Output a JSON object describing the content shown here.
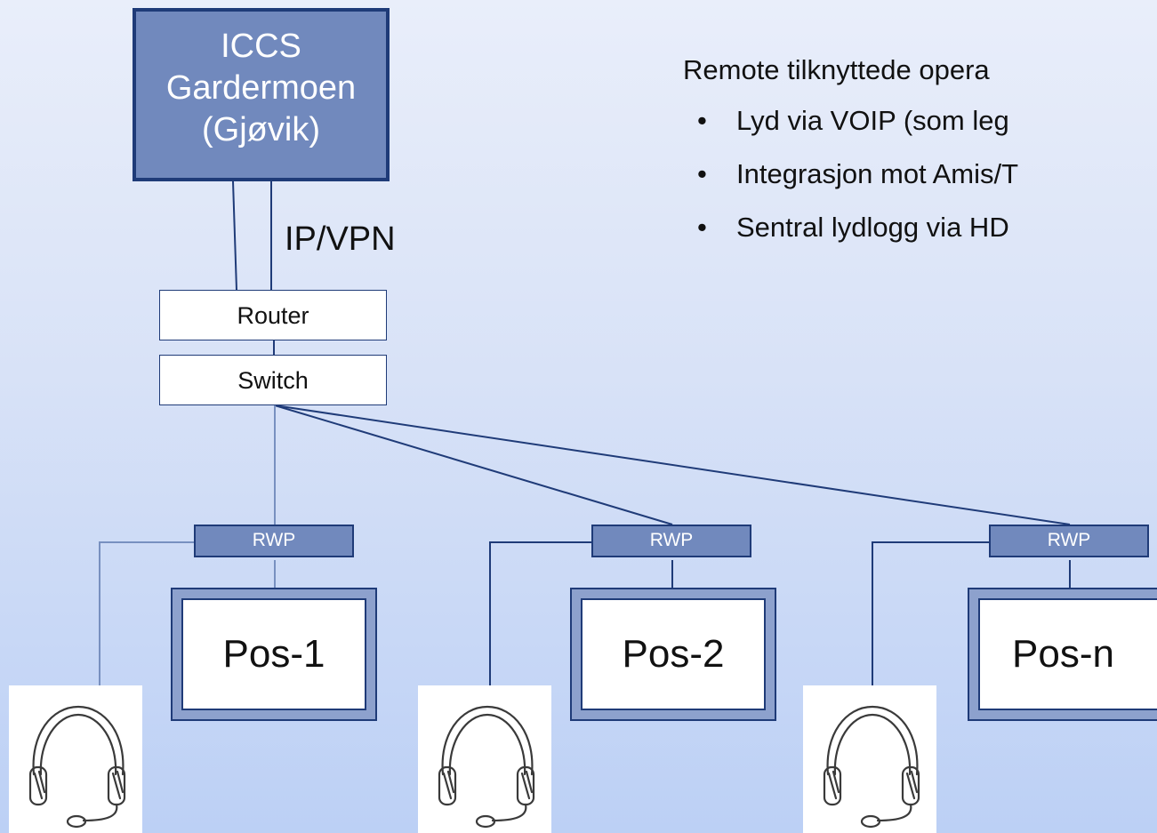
{
  "iccs": {
    "lines": [
      "ICCS",
      "Gardermoen",
      "(Gjøvik)"
    ]
  },
  "connection_label": "IP/VPN",
  "router_label": "Router",
  "switch_label": "Switch",
  "positions": [
    {
      "rwp": "RWP",
      "label": "Pos-1"
    },
    {
      "rwp": "RWP",
      "label": "Pos-2"
    },
    {
      "rwp": "RWP",
      "label": "Pos-n"
    }
  ],
  "notes": {
    "title": "Remote tilknyttede opera",
    "bullet_glyph": "•",
    "bullets": [
      "Lyd via VOIP (som leg",
      "Integrasjon mot Amis/T",
      "Sentral lydlogg via HD"
    ]
  },
  "icons": [
    "headset-icon"
  ],
  "colors": {
    "box_fill": "#7189bd",
    "border": "#1f3b78",
    "line": "#1f3b78",
    "headset_line": "#7890c0"
  }
}
